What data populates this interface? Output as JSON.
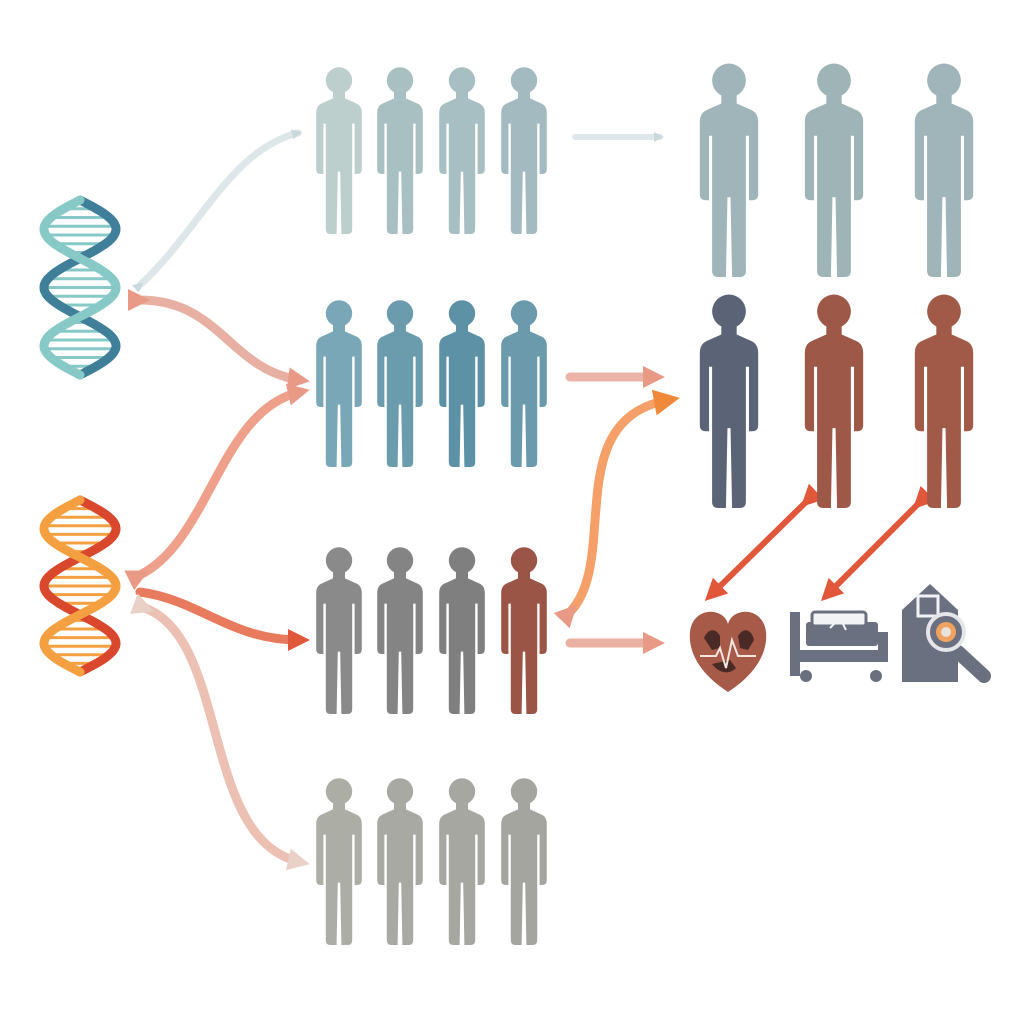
{
  "colors": {
    "background": "#ffffff",
    "dna_top_a": "#4a86a0",
    "dna_top_b": "#86c6c4",
    "dna_bottom_a": "#d8502e",
    "dna_bottom_b": "#f29a3c",
    "accent_red": "#e0573a",
    "accent_orange": "#f08a3a",
    "faded_arrow": "#c9d8de",
    "salmon_arrow": "#e89a86",
    "row1": "#b7cccb",
    "row2": "#6f9daf",
    "row3": "#878787",
    "row4": "#a9aba4",
    "out_top": "#9bb4b8",
    "out_navy": "#5c6478",
    "out_brown": "#9c5444",
    "icon_slate": "#6a7080",
    "heart": "#a85a48"
  },
  "dna": [
    {
      "id": "dna-helix-teal",
      "colors": [
        "#3f7f9a",
        "#86c9c6"
      ]
    },
    {
      "id": "dna-helix-orange",
      "colors": [
        "#d9482c",
        "#f5a040"
      ]
    }
  ],
  "groups": [
    {
      "id": "group-row-1",
      "figures": [
        "#bccfcd",
        "#a9c0c3",
        "#a7bec2",
        "#a2bac0"
      ]
    },
    {
      "id": "group-row-2",
      "figures": [
        "#7aa7b7",
        "#6b9cae",
        "#5d91a6",
        "#6a9aab"
      ]
    },
    {
      "id": "group-row-3",
      "figures": [
        "#8a8a8a",
        "#848484",
        "#7f7f7f",
        "#9b5546"
      ]
    },
    {
      "id": "group-row-4",
      "figures": [
        "#acaea6",
        "#a7a9a2",
        "#a5a7a0",
        "#a3a59e"
      ]
    }
  ],
  "outcomes_top": {
    "id": "outcome-row-top",
    "figures": [
      "#a0b5ba",
      "#9fb4b7",
      "#9fb5ba"
    ]
  },
  "outcomes_mid": {
    "id": "outcome-row-mid",
    "figures": [
      "#5b6377",
      "#9e5848",
      "#a05a47"
    ]
  },
  "icons": [
    "heart-ecg-icon",
    "hospital-bed-icon",
    "lab-scan-icon"
  ]
}
